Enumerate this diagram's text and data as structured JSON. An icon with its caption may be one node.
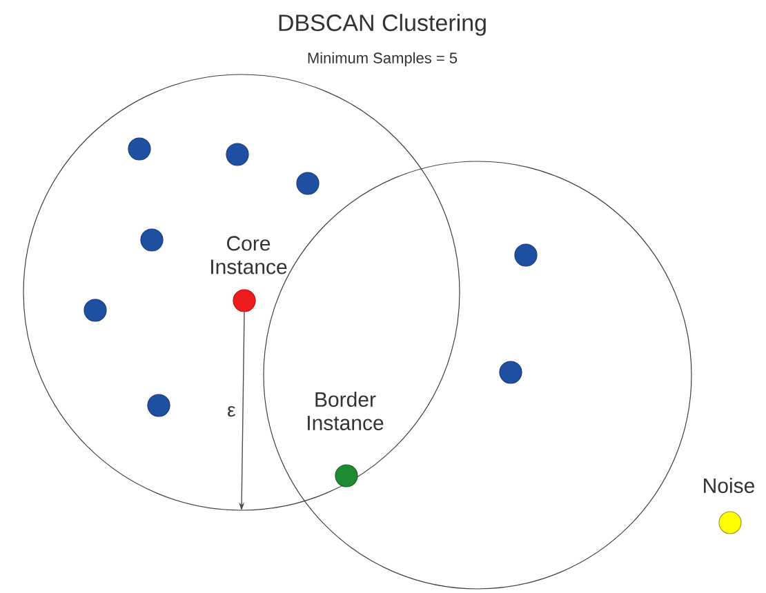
{
  "diagram": {
    "title": "DBSCAN Clustering",
    "nodes": [
      {
        "text": [],
        "shape": "circle"
      },
      {
        "text": [],
        "shape": "circle"
      },
      {
        "text": [],
        "shape": "circle",
        "in": 0
      },
      {
        "text": [],
        "shape": "circle",
        "in": 0
      },
      {
        "text": [],
        "shape": "circle",
        "in": 0
      },
      {
        "text": [],
        "shape": "circle",
        "in": 0
      },
      {
        "text": [],
        "shape": "circle",
        "in": 0,
        "beside": [
          "Core Instance"
        ]
      },
      {
        "text": [],
        "shape": "circle",
        "in": 0
      },
      {
        "text": [],
        "shape": "circle",
        "in": 0
      },
      {
        "text": [],
        "shape": "circle",
        "in": 1
      },
      {
        "text": [],
        "shape": "circle",
        "in": 1
      },
      {
        "text": [],
        "shape": "circle",
        "beside": [
          "Border Instance"
        ]
      },
      {
        "text": [],
        "shape": "circle",
        "beside": [
          "Noise"
        ]
      }
    ],
    "edges": [
      {
        "from": 6,
        "to": 0,
        "arrow": "to",
        "label": "ε"
      }
    ],
    "labels": [
      "Minimum Samples = 5"
    ]
  }
}
